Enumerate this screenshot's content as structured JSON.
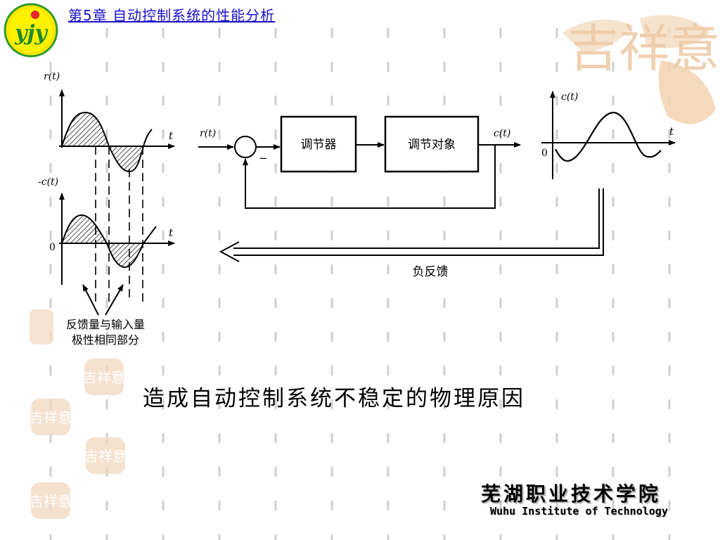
{
  "header": {
    "chapter_title": "第5章  自动控制系统的性能分析",
    "logo_text": "yjy"
  },
  "decoration": {
    "seal_text": "吉祥意"
  },
  "figure": {
    "left_plot_top": {
      "ylabel": "r(t)",
      "xlabel": "t"
    },
    "left_plot_bottom": {
      "ylabel": "-c(t)",
      "xlabel": "t",
      "origin": "0"
    },
    "annotation": {
      "line1": "反馈量与输入量",
      "line2": "极性相同部分"
    },
    "block_diagram": {
      "input_label": "r(t)",
      "minus_sign": "−",
      "controller_label": "调节器",
      "plant_label": "调节对象",
      "output_label": "c(t)"
    },
    "right_plot": {
      "ylabel": "c(t)",
      "xlabel": "t",
      "origin": "0"
    },
    "feedback_label": "负反馈"
  },
  "caption": "造成自动控制系统不稳定的物理原因",
  "footer": {
    "school_cn": "芜湖职业技术学院",
    "school_en": "Wuhu Institute of Technology"
  },
  "colors": {
    "accent_blue": "#1a10c8",
    "seal_orange": "#e8a868",
    "dash_gray": "#cfcfcf"
  }
}
